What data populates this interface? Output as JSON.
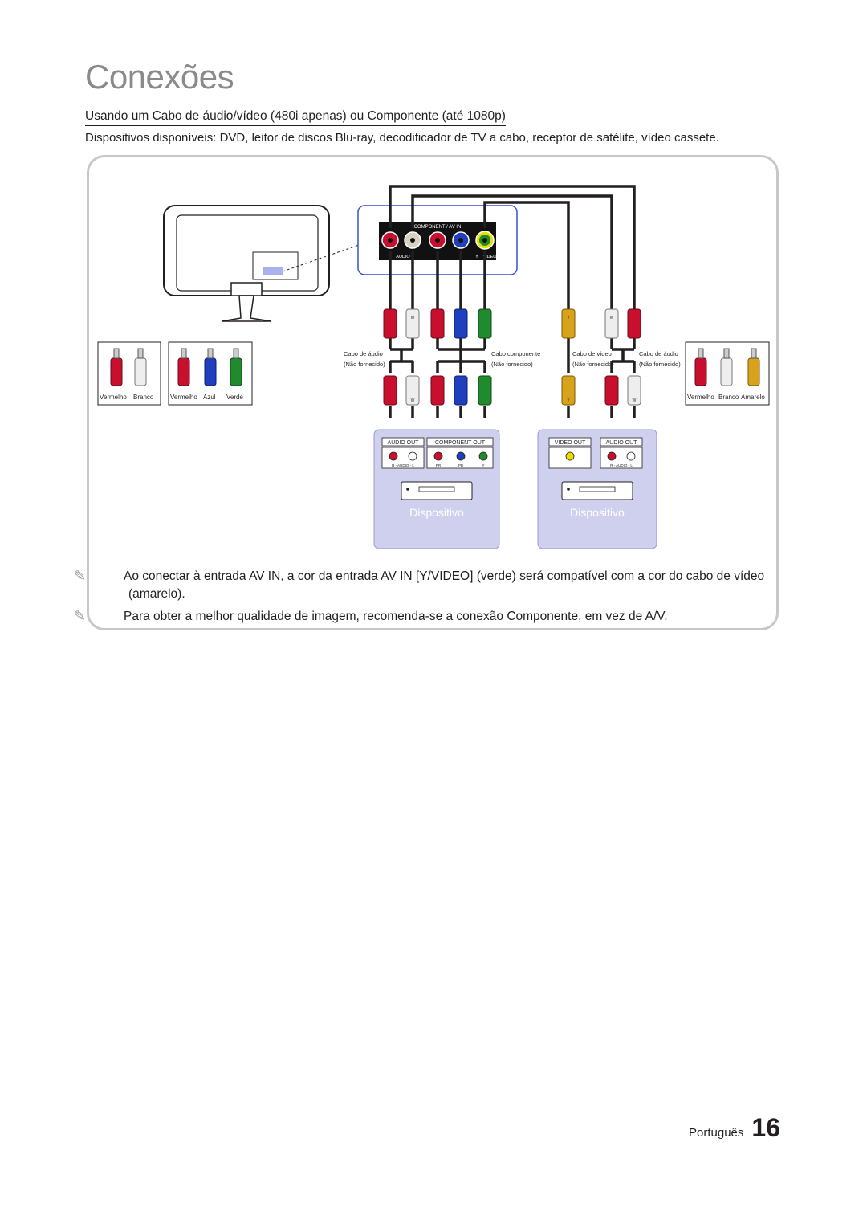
{
  "page": {
    "title": "Conexões",
    "heading": "Usando  um Cabo de áudio/vídeo (480i apenas) ou Componente (até 1080p)",
    "devices": "Dispositivos disponíveis: DVD, leitor de discos Blu-ray, decodificador de TV a cabo, receptor de satélite, vídeo cassete."
  },
  "diagram": {
    "panel_label": "COMPONENT / AV IN",
    "panel_audio": "AUDIO",
    "panel_y": "Y",
    "panel_video": "VIDEO",
    "plug_w": "W",
    "plug_y": "Y",
    "legend_left_1": [
      "Vermelho",
      "Branco"
    ],
    "legend_left_2": [
      "Vermelho",
      "Azul",
      "Verde"
    ],
    "legend_right": [
      "Vermelho",
      "Branco",
      "Amarelo"
    ],
    "cable_audio": "Cabo de áudio",
    "cable_component": "Cabo componente",
    "cable_video": "Cabo de vídeo",
    "not_supplied": "(Não fornecido)",
    "device1": {
      "audio_out": "AUDIO OUT",
      "component_out": "COMPONENT OUT",
      "audio_sub": "R - AUDIO - L",
      "pr": "PR",
      "pb": "PB",
      "y": "Y",
      "label": "Dispositivo"
    },
    "device2": {
      "video_out": "VIDEO OUT",
      "audio_out": "AUDIO OUT",
      "audio_sub": "R - AUDIO - L",
      "label": "Dispositivo"
    },
    "colors": {
      "red": "#c8102e",
      "white": "#e8e8e8",
      "blue": "#1f3fbf",
      "green": "#1f8a2e",
      "yellow": "#e8c400",
      "amber": "#d8a21a",
      "device_bg": "#cfd0ee"
    }
  },
  "notes": [
    {
      "pre": "Ao conectar à entrada ",
      "b1": "AV IN",
      "mid": ", a cor da entrada ",
      "b2": "AV IN [Y/VIDEO]",
      "post": " (verde) será compatível com a cor do cabo de vídeo (amarelo)."
    },
    {
      "text": "Para obter a melhor qualidade de imagem, recomenda-se a conexão Componente, em vez de A/V."
    }
  ],
  "footer": {
    "language": "Português",
    "page_number": "16"
  }
}
